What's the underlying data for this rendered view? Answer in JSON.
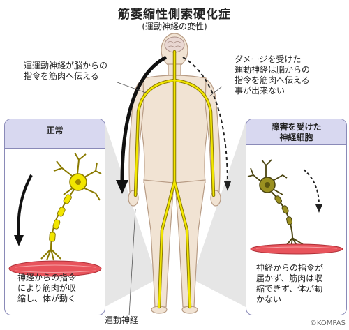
{
  "title": "筋萎縮性側索硬化症",
  "subtitle": "(運動神経の変性)",
  "annotations": {
    "left": [
      "運運動神経が脳からの",
      "指令を筋肉へ伝える"
    ],
    "right": [
      "ダメージを受けた",
      "運動神経は脳からの",
      "指令を筋肉へ伝える",
      "事が出来ない"
    ]
  },
  "panel_normal": {
    "header": "正常",
    "caption": [
      "神経からの指令",
      "により筋肉が収",
      "縮し、体が動く"
    ]
  },
  "panel_damaged": {
    "header": [
      "障害を受けた",
      "神経細胞"
    ],
    "caption": [
      "神経からの指令が",
      "届かず、筋肉は収",
      "縮できず、体が動",
      "かない"
    ]
  },
  "bottom_label": "運動神経",
  "credit": "©KOMPAS",
  "colors": {
    "nerve": "#f2e600",
    "nerve_outline": "#8a7a00",
    "skin": "#f1e3d3",
    "skin_outline": "#b89c85",
    "muscle": "#e8545c",
    "damaged_neuron": "#9a9020",
    "panel_header": "#d8d8f0"
  }
}
